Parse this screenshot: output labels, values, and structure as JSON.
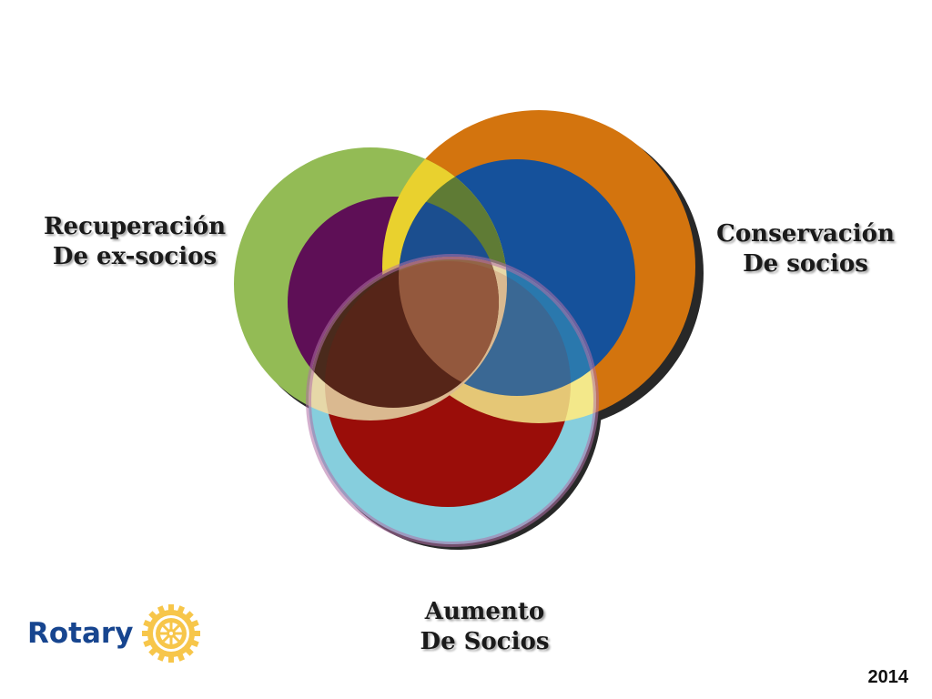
{
  "labels": {
    "recuperacion": [
      "Recuperación",
      "De ex-socios"
    ],
    "conservacion": [
      "Conservación",
      "De socios"
    ],
    "aumento": [
      "Aumento",
      "De Socios"
    ]
  },
  "logo": {
    "text": "Rotary",
    "icon": "rotary-wheel-icon"
  },
  "footer": {
    "year": "2014"
  },
  "colors": {
    "green": "#93bb55",
    "purple": "#5e0f56",
    "orange": "#d3740e",
    "blue": "#15519b",
    "light_blue": "#86cedd",
    "red": "#9b0e0a",
    "yellow": "#e9d12e",
    "brown": "#926547",
    "rotary_blue": "#17458f",
    "rotary_gold": "#f7c64a"
  }
}
